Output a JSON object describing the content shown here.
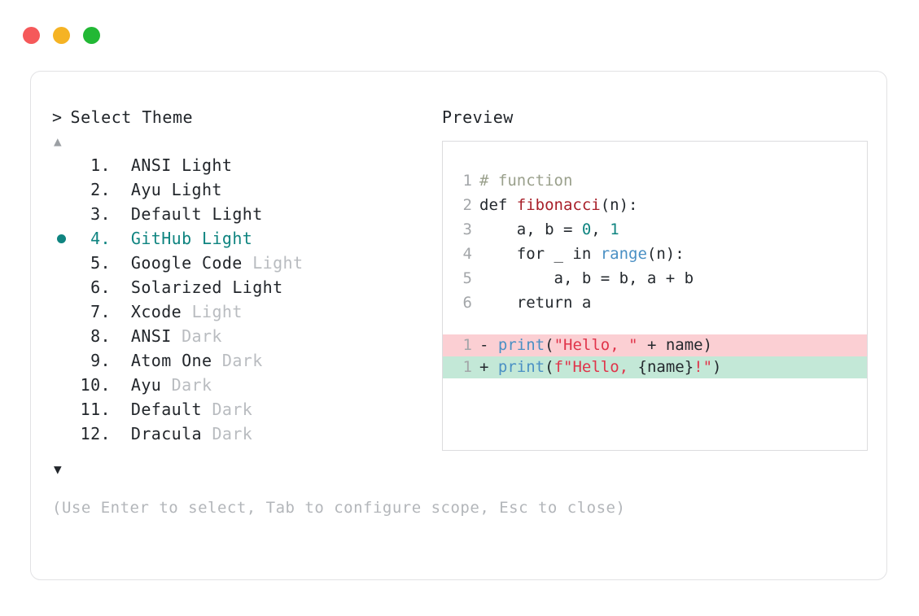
{
  "window": {
    "dots": [
      {
        "name": "close",
        "color": "#f5595a"
      },
      {
        "name": "minimize",
        "color": "#f5b324"
      },
      {
        "name": "maximize",
        "color": "#22b835"
      }
    ]
  },
  "picker": {
    "prompt_caret": ">",
    "title": "Select Theme",
    "scroll_up_glyph": "▲",
    "scroll_down_glyph": "▼",
    "selected_index": 4,
    "items": [
      {
        "index": "1.",
        "name": "ANSI",
        "variant": "Light",
        "variant_dim": false,
        "selected": false
      },
      {
        "index": "2.",
        "name": "Ayu",
        "variant": "Light",
        "variant_dim": false,
        "selected": false
      },
      {
        "index": "3.",
        "name": "Default",
        "variant": "Light",
        "variant_dim": false,
        "selected": false
      },
      {
        "index": "4.",
        "name": "GitHub",
        "variant": "Light",
        "variant_dim": false,
        "selected": true
      },
      {
        "index": "5.",
        "name": "Google Code",
        "variant": "Light",
        "variant_dim": true,
        "selected": false
      },
      {
        "index": "6.",
        "name": "Solarized",
        "variant": "Light",
        "variant_dim": false,
        "selected": false
      },
      {
        "index": "7.",
        "name": "Xcode",
        "variant": "Light",
        "variant_dim": true,
        "selected": false
      },
      {
        "index": "8.",
        "name": "ANSI",
        "variant": "Dark",
        "variant_dim": true,
        "selected": false
      },
      {
        "index": "9.",
        "name": "Atom One",
        "variant": "Dark",
        "variant_dim": true,
        "selected": false
      },
      {
        "index": "10.",
        "name": "Ayu",
        "variant": "Dark",
        "variant_dim": true,
        "selected": false
      },
      {
        "index": "11.",
        "name": "Default",
        "variant": "Dark",
        "variant_dim": true,
        "selected": false
      },
      {
        "index": "12.",
        "name": "Dracula",
        "variant": "Dark",
        "variant_dim": true,
        "selected": false
      }
    ],
    "hint": "(Use Enter to select, Tab to configure scope, Esc to close)"
  },
  "preview": {
    "title": "Preview",
    "code_lines": [
      {
        "n": "1",
        "tokens": [
          {
            "t": "# function",
            "c": "comment"
          }
        ]
      },
      {
        "n": "2",
        "tokens": [
          {
            "t": "def ",
            "c": "kw"
          },
          {
            "t": "fibonacci",
            "c": "func"
          },
          {
            "t": "(n):",
            "c": "plain"
          }
        ]
      },
      {
        "n": "3",
        "tokens": [
          {
            "t": "    a, b = ",
            "c": "plain"
          },
          {
            "t": "0",
            "c": "num"
          },
          {
            "t": ", ",
            "c": "plain"
          },
          {
            "t": "1",
            "c": "num"
          }
        ]
      },
      {
        "n": "4",
        "tokens": [
          {
            "t": "    for _ in ",
            "c": "plain"
          },
          {
            "t": "range",
            "c": "builtin"
          },
          {
            "t": "(n):",
            "c": "plain"
          }
        ]
      },
      {
        "n": "5",
        "tokens": [
          {
            "t": "        a, b = b, a + b",
            "c": "plain"
          }
        ]
      },
      {
        "n": "6",
        "tokens": [
          {
            "t": "    return a",
            "c": "plain"
          }
        ]
      }
    ],
    "diff_lines": [
      {
        "n": "1",
        "sign": "-",
        "kind": "removed",
        "tokens": [
          {
            "t": "print",
            "c": "builtin"
          },
          {
            "t": "(",
            "c": "plain"
          },
          {
            "t": "\"Hello, \"",
            "c": "str"
          },
          {
            "t": " + name)",
            "c": "plain"
          }
        ]
      },
      {
        "n": "1",
        "sign": "+",
        "kind": "added",
        "tokens": [
          {
            "t": "print",
            "c": "builtin"
          },
          {
            "t": "(",
            "c": "plain"
          },
          {
            "t": "f\"Hello, ",
            "c": "str"
          },
          {
            "t": "{name}",
            "c": "plain"
          },
          {
            "t": "!\"",
            "c": "str"
          },
          {
            "t": ")",
            "c": "plain"
          }
        ]
      }
    ]
  },
  "colors": {
    "accent_teal": "#0f8480",
    "diff_removed_bg": "#fbcfd3",
    "diff_added_bg": "#c3e8d7",
    "dim_text": "#b9bcc0",
    "card_border": "#e2e2e4"
  }
}
